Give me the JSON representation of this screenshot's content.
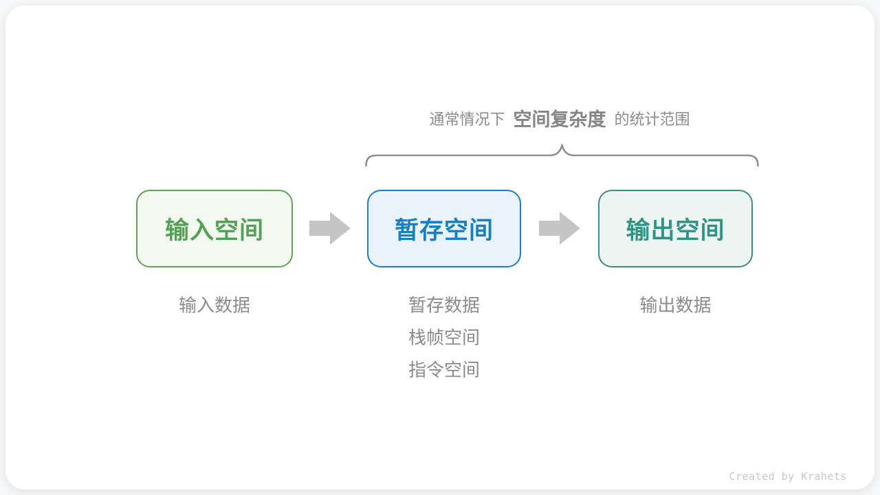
{
  "header": {
    "caption_prefix": "通常情况下",
    "caption_highlight": "空间复杂度",
    "caption_suffix": "的统计范围"
  },
  "nodes": [
    {
      "id": "input-space",
      "label": "输入空间",
      "text_color": "#53a156",
      "border_color": "#5fa357",
      "fill_color": "#f2f8f0"
    },
    {
      "id": "temp-space",
      "label": "暂存空间",
      "text_color": "#1780c4",
      "border_color": "#1a7fc4",
      "fill_color": "#e9f3fb"
    },
    {
      "id": "output-space",
      "label": "输出空间",
      "text_color": "#2e9484",
      "border_color": "#3f8c7e",
      "fill_color": "#edf5f2"
    }
  ],
  "annotations": {
    "input": [
      "输入数据"
    ],
    "temp": [
      "暂存数据",
      "栈帧空间",
      "指令空间"
    ],
    "output": [
      "输出数据"
    ]
  },
  "icons": {
    "arrow_right": "block-arrow-right",
    "brace": "horizontal-curly-brace",
    "arrow_color": "#c5c5c5",
    "brace_color": "#8f8f8f"
  },
  "footer": {
    "credit": "Created by Krahets"
  }
}
